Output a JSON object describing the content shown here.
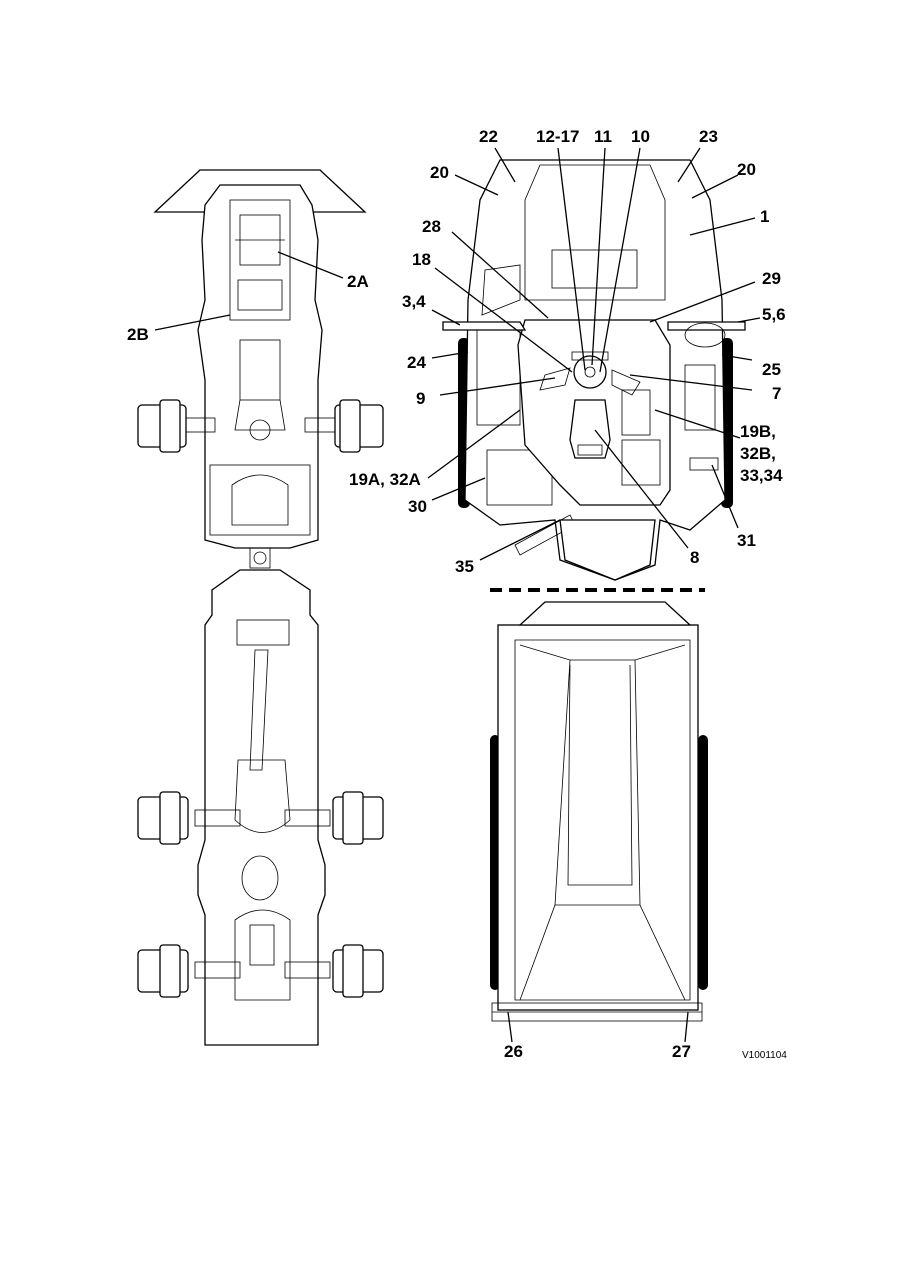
{
  "figure_ref": "V1001104",
  "labels": {
    "l2A": "2A",
    "l2B": "2B",
    "l22": "22",
    "l12_17": "12-17",
    "l11": "11",
    "l10": "10",
    "l23": "23",
    "l20a": "20",
    "l20b": "20",
    "l1": "1",
    "l28": "28",
    "l18": "18",
    "l29": "29",
    "l3_4": "3,4",
    "l5_6": "5,6",
    "l24": "24",
    "l25": "25",
    "l7": "7",
    "l9": "9",
    "l19B_1": "19B,",
    "l19B_2": "32B,",
    "l19B_3": "33,34",
    "l19A": "19A, 32A",
    "l30": "30",
    "l31": "31",
    "l8": "8",
    "l35": "35",
    "l26": "26",
    "l27": "27"
  },
  "colors": {
    "line": "#000000",
    "background": "#ffffff"
  }
}
